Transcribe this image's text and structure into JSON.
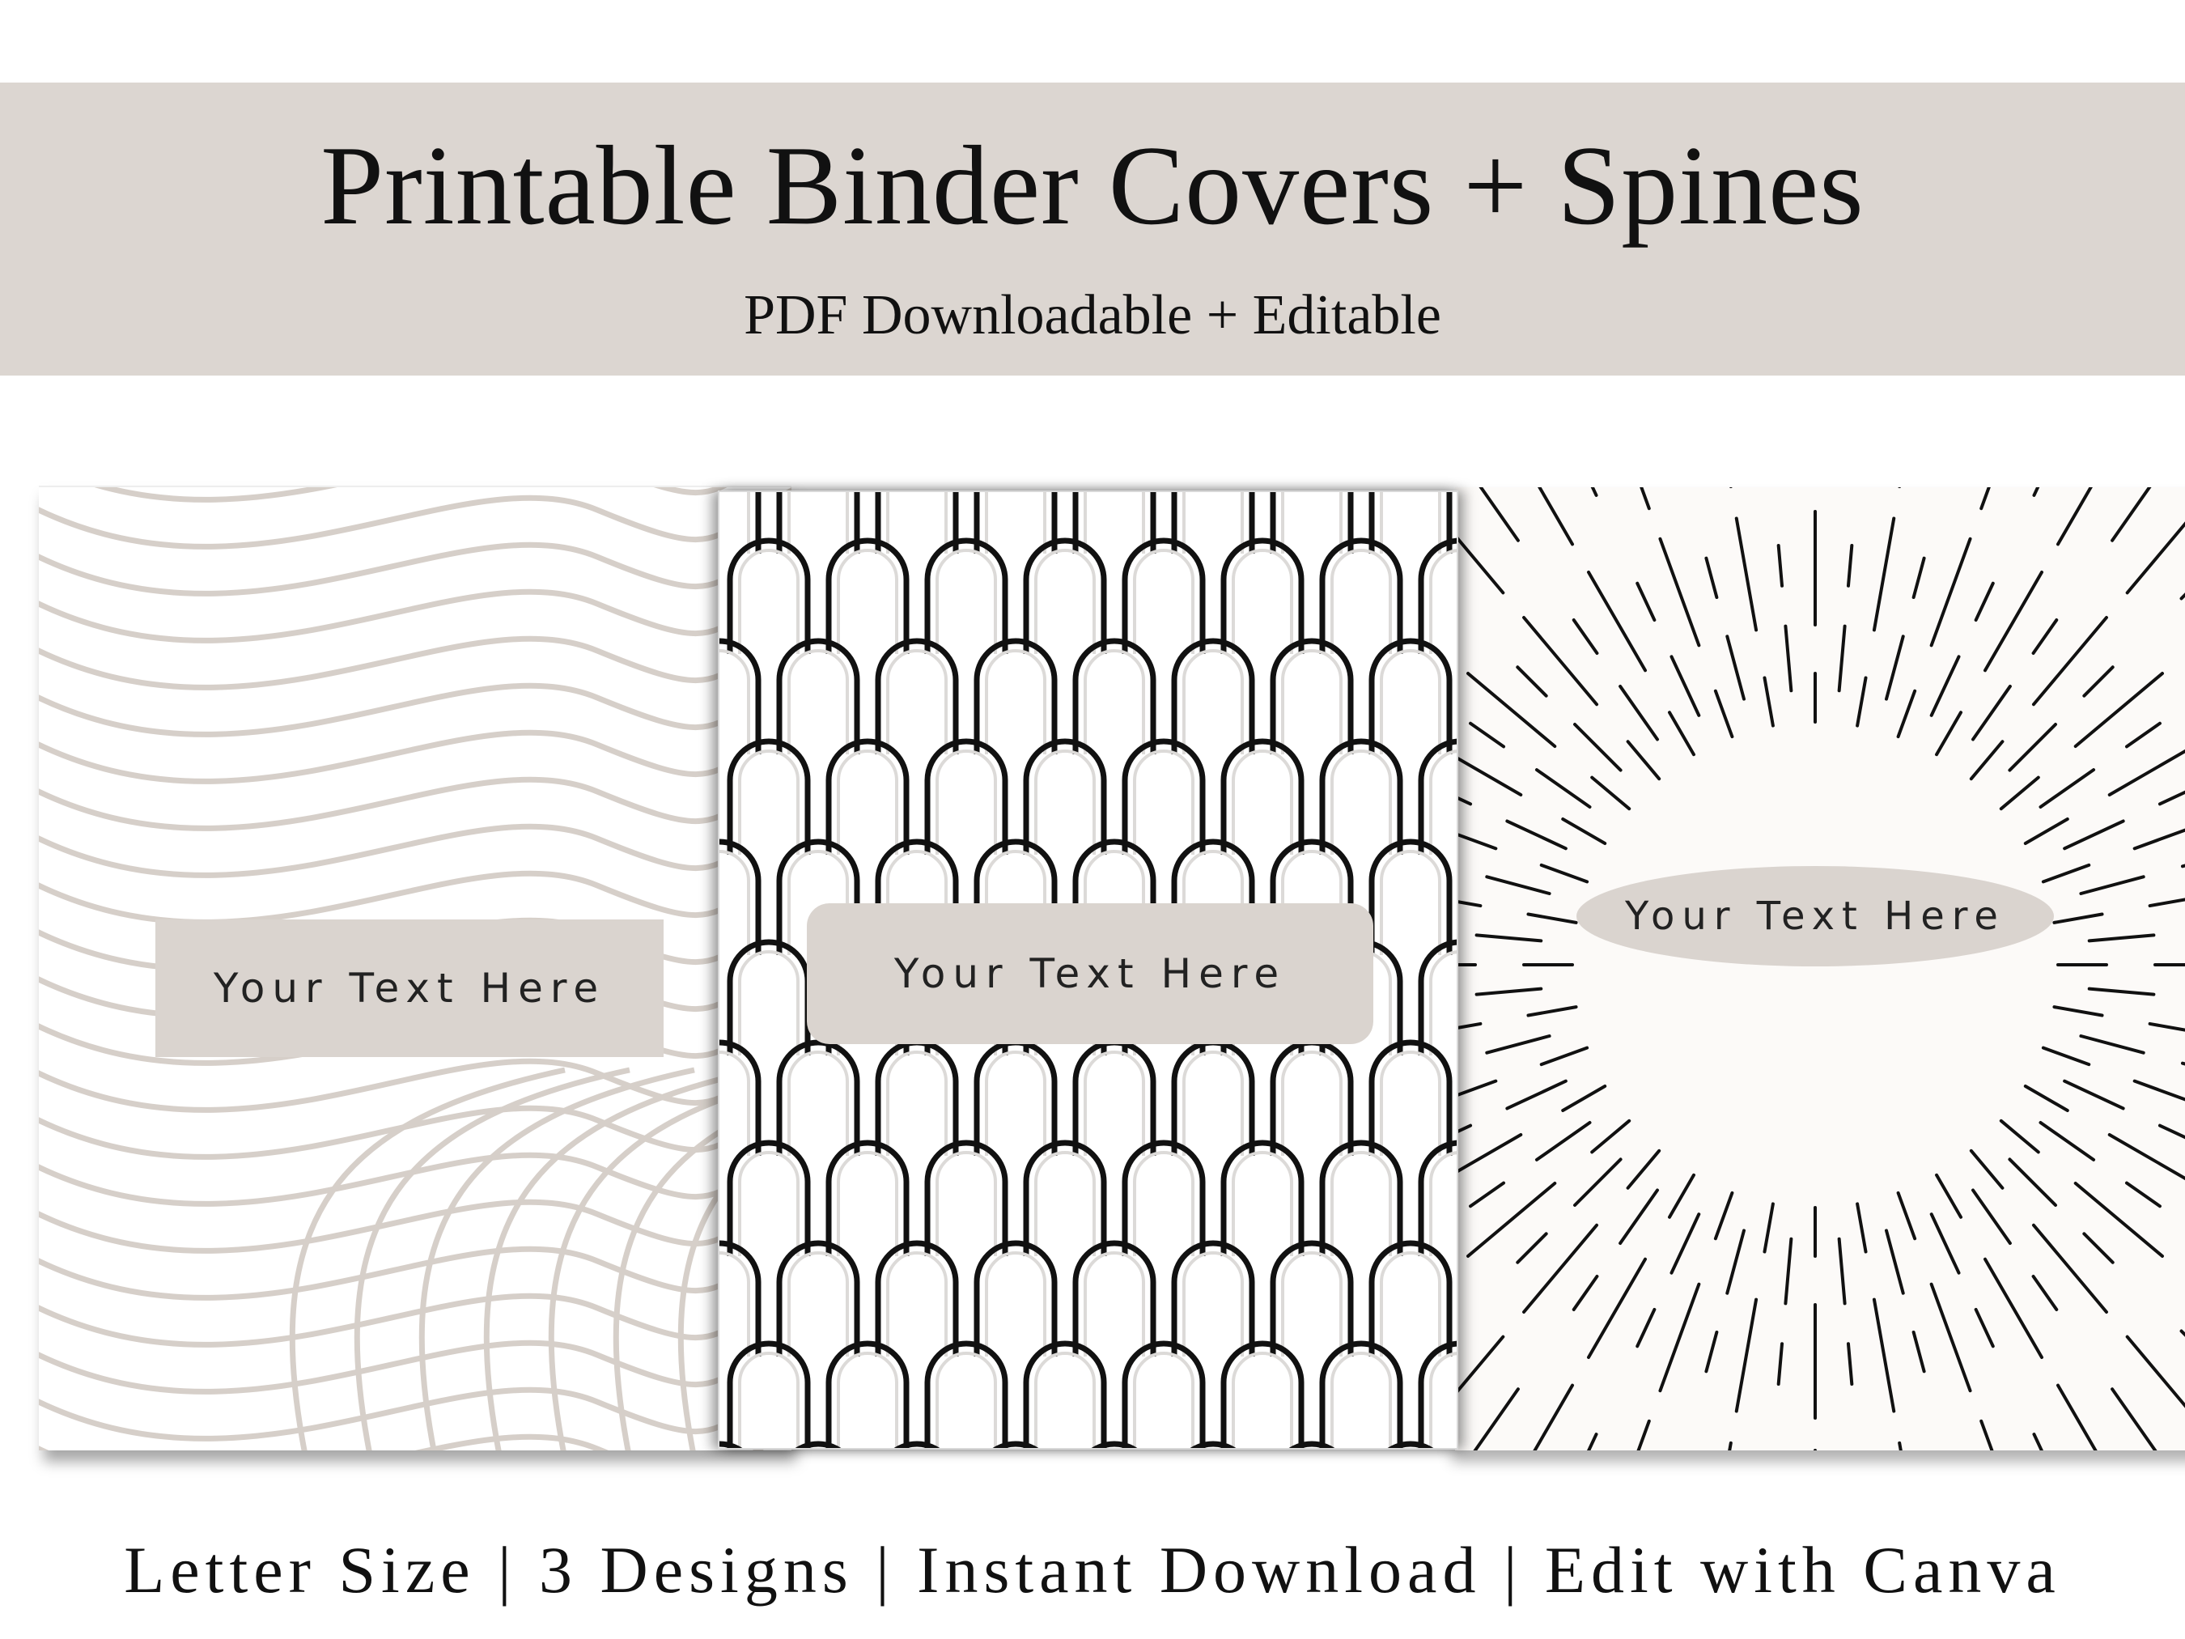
{
  "header": {
    "title": "Printable Binder Covers + Spines",
    "subtitle": "PDF Downloadable + Editable"
  },
  "covers": [
    {
      "design": "wavy-lines",
      "label": "Your Text Here"
    },
    {
      "design": "arches",
      "label": "Your Text Here"
    },
    {
      "design": "sunburst",
      "label": "Your Text Here"
    }
  ],
  "footer": {
    "text": "Letter Size | 3 Designs | Instant Download | Edit with Canva"
  },
  "colors": {
    "banner": "#dcd6d1",
    "label_box": "#dad4cf",
    "wave_line": "#d6cfc9",
    "arch_line": "#111111",
    "sunburst_background": "#fcfaf8"
  }
}
